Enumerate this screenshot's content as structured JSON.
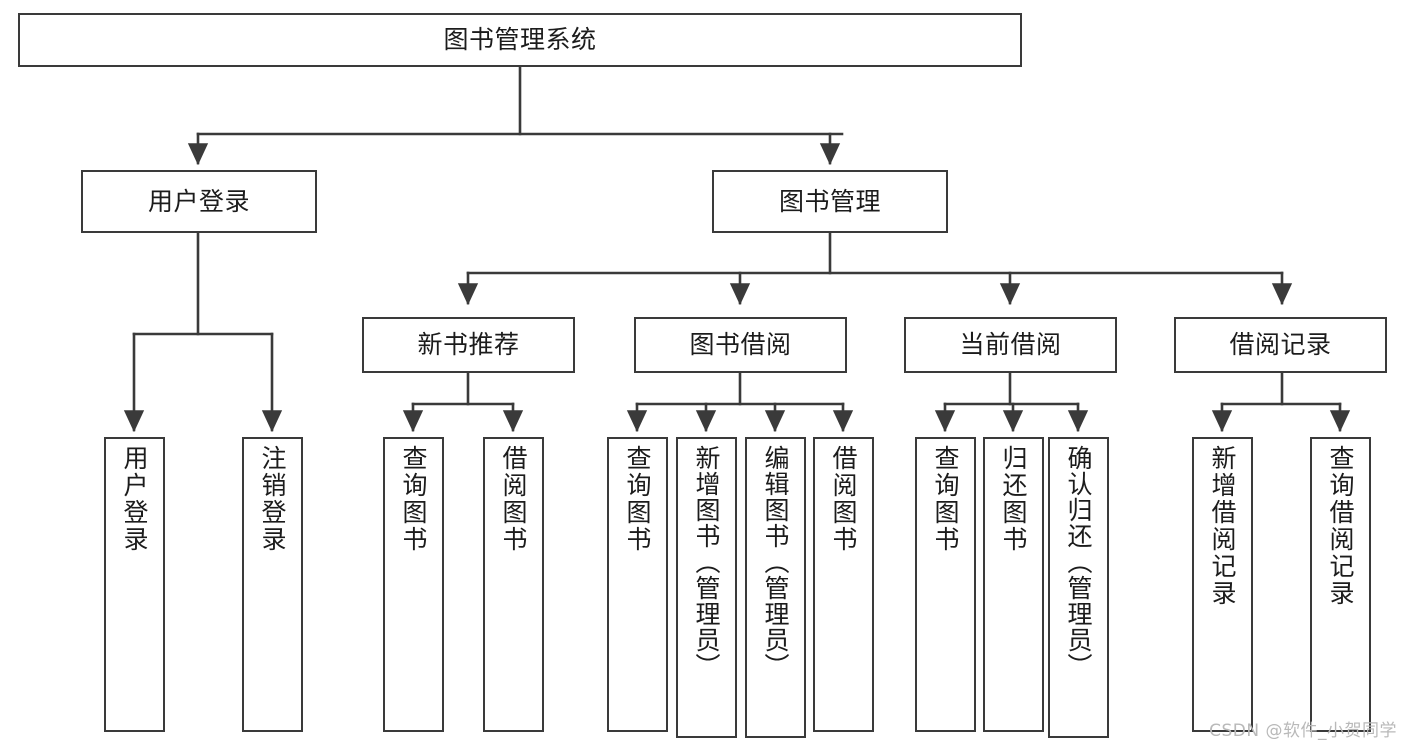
{
  "diagram": {
    "title": "图书管理系统",
    "watermark": "CSDN @软件_小贺同学",
    "colors": {
      "box_border": "#3a3a3a",
      "box_fill": "#ffffff",
      "edge": "#3a3a3a",
      "text": "#1c1c1c",
      "watermark": "#b9b9b9",
      "background": "#ffffff"
    },
    "root": {
      "label": "图书管理系统"
    },
    "level2": [
      {
        "id": "user-login",
        "label": "用户登录"
      },
      {
        "id": "book-management",
        "label": "图书管理"
      }
    ],
    "level3": [
      {
        "id": "new-book-recommend",
        "label": "新书推荐",
        "parent": "book-management"
      },
      {
        "id": "book-borrow",
        "label": "图书借阅",
        "parent": "book-management"
      },
      {
        "id": "current-borrow",
        "label": "当前借阅",
        "parent": "book-management"
      },
      {
        "id": "borrow-record",
        "label": "借阅记录",
        "parent": "book-management"
      }
    ],
    "leaves": [
      {
        "id": "leaf-user-login",
        "label": "用户登录",
        "parent": "user-login"
      },
      {
        "id": "leaf-user-logout",
        "label": "注销登录",
        "parent": "user-login"
      },
      {
        "id": "leaf-query-book-1",
        "label": "查询图书",
        "parent": "new-book-recommend"
      },
      {
        "id": "leaf-borrow-book-1",
        "label": "借阅图书",
        "parent": "new-book-recommend"
      },
      {
        "id": "leaf-query-book-2",
        "label": "查询图书",
        "parent": "book-borrow"
      },
      {
        "id": "leaf-add-book",
        "label": "新增图书（管理员）",
        "parent": "book-borrow"
      },
      {
        "id": "leaf-edit-book",
        "label": "编辑图书（管理员）",
        "parent": "book-borrow"
      },
      {
        "id": "leaf-borrow-book-2",
        "label": "借阅图书",
        "parent": "book-borrow"
      },
      {
        "id": "leaf-query-book-3",
        "label": "查询图书",
        "parent": "current-borrow"
      },
      {
        "id": "leaf-return-book",
        "label": "归还图书",
        "parent": "current-borrow"
      },
      {
        "id": "leaf-confirm-return",
        "label": "确认归还（管理员）",
        "parent": "current-borrow"
      },
      {
        "id": "leaf-add-record",
        "label": "新增借阅记录",
        "parent": "borrow-record"
      },
      {
        "id": "leaf-query-record",
        "label": "查询借阅记录",
        "parent": "borrow-record"
      }
    ]
  }
}
